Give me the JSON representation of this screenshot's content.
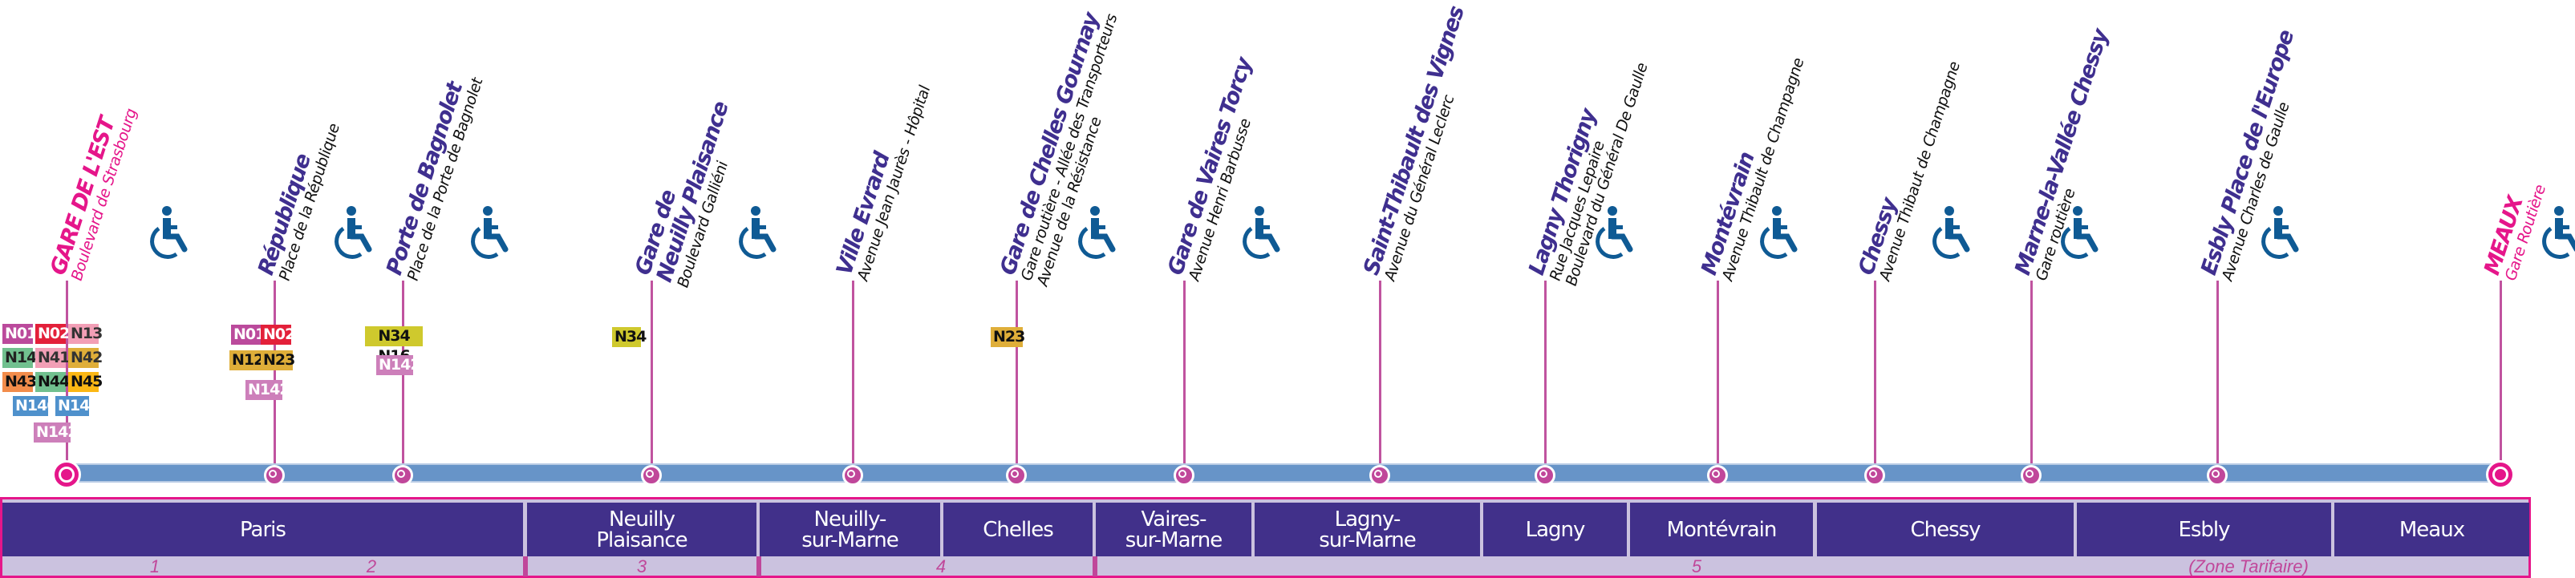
{
  "colors": {
    "line_blue": "#6794c8",
    "stem_pink": "#c0539f",
    "terminus_magenta": "#e5168a",
    "station_purple": "#3f2f8f",
    "commune_bg": "#41308a",
    "zone_bg": "#cbc2df",
    "pmr_blue": "#0f5a94"
  },
  "stations": [
    {
      "name": "GARE DE L'EST",
      "address": [
        "Boulevard de Strasbourg"
      ],
      "terminus": true,
      "accessible": true
    },
    {
      "name": "République",
      "address": [
        "Place de la République"
      ],
      "terminus": false,
      "accessible": true
    },
    {
      "name": "Porte de Bagnolet",
      "address": [
        "Place de la Porte de Bagnolet"
      ],
      "terminus": false,
      "accessible": true
    },
    {
      "name": "Gare de",
      "name2": "Neuilly Plaisance",
      "address": [
        "Boulevard Galliéni"
      ],
      "terminus": false,
      "accessible": true
    },
    {
      "name": "Ville Evrard",
      "address": [
        "Avenue Jean Jaurès - Hôpital"
      ],
      "terminus": false,
      "accessible": false
    },
    {
      "name": "Gare de Chelles Gournay",
      "address": [
        "Gare routière - Allée des Transporteurs",
        "Avenue de la Résistance"
      ],
      "terminus": false,
      "accessible": true
    },
    {
      "name": "Gare de Vaires Torcy",
      "address": [
        "Avenue Henri Barbusse"
      ],
      "terminus": false,
      "accessible": true
    },
    {
      "name": "Saint-Thibault des Vignes",
      "address": [
        "Avenue du Général Leclerc"
      ],
      "terminus": false,
      "accessible": false
    },
    {
      "name": "Lagny Thorigny",
      "address": [
        "Rue Jacques Lepaire",
        "Boulevard du Général  De Gaulle"
      ],
      "terminus": false,
      "accessible": true
    },
    {
      "name": "Montévrain",
      "address": [
        "Avenue Thibault de Champagne"
      ],
      "terminus": false,
      "accessible": true
    },
    {
      "name": "Chessy",
      "address": [
        "Avenue Thibaut de Champagne"
      ],
      "terminus": false,
      "accessible": true
    },
    {
      "name": "Marne-la-Vallée Chessy",
      "address": [
        "Gare routière"
      ],
      "terminus": false,
      "accessible": true
    },
    {
      "name": "Esbly Place de l'Europe",
      "address": [
        "Avenue Charles de Gaulle"
      ],
      "terminus": false,
      "accessible": true
    },
    {
      "name": "MEAUX",
      "address": [
        "Gare Routière"
      ],
      "terminus": true,
      "accessible": true
    }
  ],
  "connections": {
    "gare_de_l_est": [
      {
        "label": "N01",
        "bg": "#bb4a9c",
        "fg": "#ffffff"
      },
      {
        "label": "N02",
        "bg": "#e3203a",
        "fg": "#ffffff"
      },
      {
        "label": "N13",
        "bg": "#f29fb6",
        "fg": "#333333"
      },
      {
        "label": "N14",
        "bg": "#71c08f",
        "fg": "#222222"
      },
      {
        "label": "N41",
        "bg": "#f29fb6",
        "fg": "#333333"
      },
      {
        "label": "N42",
        "bg": "#dfae39",
        "fg": "#333333"
      },
      {
        "label": "N43",
        "bg": "#f28c4b",
        "fg": "#111111"
      },
      {
        "label": "N44",
        "bg": "#71c08f",
        "fg": "#111111"
      },
      {
        "label": "N45",
        "bg": "#fbb714",
        "fg": "#111111"
      },
      {
        "label": "N140",
        "bg": "#4f91cc",
        "fg": "#ffffff"
      },
      {
        "label": "N143",
        "bg": "#4f91cc",
        "fg": "#ffffff"
      },
      {
        "label": "N142",
        "bg": "#cd7fba",
        "fg": "#ffffff"
      }
    ],
    "republique": [
      {
        "label": "N01",
        "bg": "#bb4a9c",
        "fg": "#ffffff"
      },
      {
        "label": "N02",
        "bg": "#e3203a",
        "fg": "#ffffff"
      },
      {
        "label": "N12",
        "bg": "#dfae39",
        "fg": "#111111"
      },
      {
        "label": "N23",
        "bg": "#dfae39",
        "fg": "#111111"
      },
      {
        "label": "N142",
        "bg": "#cd7fba",
        "fg": "#ffffff"
      }
    ],
    "porte_de_bagnolet": [
      {
        "label": "N34 N16",
        "bg": "#cfc92d",
        "fg": "#111111"
      },
      {
        "label": "N142",
        "bg": "#cd7fba",
        "fg": "#ffffff"
      }
    ],
    "neuilly_plaisance": [
      {
        "label": "N34",
        "bg": "#cfc92d",
        "fg": "#111111"
      }
    ],
    "chelles_gournay": [
      {
        "label": "N23",
        "bg": "#dfae39",
        "fg": "#111111"
      }
    ]
  },
  "communes": [
    {
      "label": "Paris"
    },
    {
      "label": "Neuilly\nPlaisance"
    },
    {
      "label": "Neuilly-\nsur-Marne"
    },
    {
      "label": "Chelles"
    },
    {
      "label": "Vaires-\nsur-Marne"
    },
    {
      "label": "Lagny-\nsur-Marne"
    },
    {
      "label": "Lagny"
    },
    {
      "label": "Montévrain"
    },
    {
      "label": "Chessy"
    },
    {
      "label": "Esbly"
    },
    {
      "label": "Meaux"
    }
  ],
  "zones": {
    "numbers": [
      "1",
      "2",
      "3",
      "4",
      "5"
    ],
    "legend": "(Zone Tarifaire)"
  }
}
